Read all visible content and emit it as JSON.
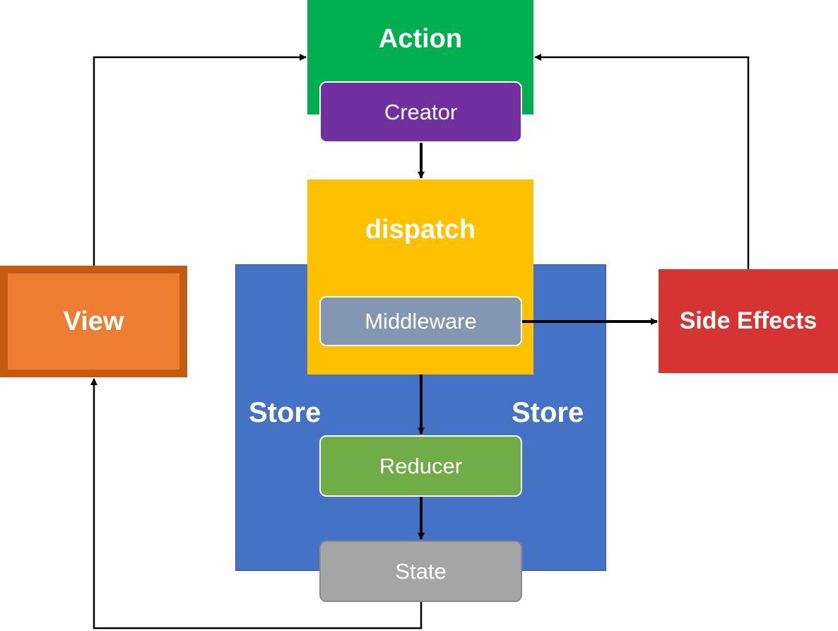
{
  "nodes": {
    "action": {
      "label": "Action"
    },
    "creator": {
      "label": "Creator"
    },
    "dispatch": {
      "label": "dispatch"
    },
    "middleware": {
      "label": "Middleware"
    },
    "store_left": {
      "label": "Store"
    },
    "store_right": {
      "label": "Store"
    },
    "reducer": {
      "label": "Reducer"
    },
    "state": {
      "label": "State"
    },
    "view": {
      "label": "View"
    },
    "side_effects": {
      "label": "Side Effects"
    }
  },
  "colors": {
    "action": "#00b050",
    "creator": "#7030a0",
    "dispatch": "#ffc000",
    "middleware": "#8497b0",
    "store": "#4472c4",
    "reducer": "#70ad47",
    "state": "#a5a5a5",
    "view_fill": "#ed7d31",
    "view_border": "#c55a11",
    "side_effects": "#d63333",
    "arrow": "#000000"
  }
}
